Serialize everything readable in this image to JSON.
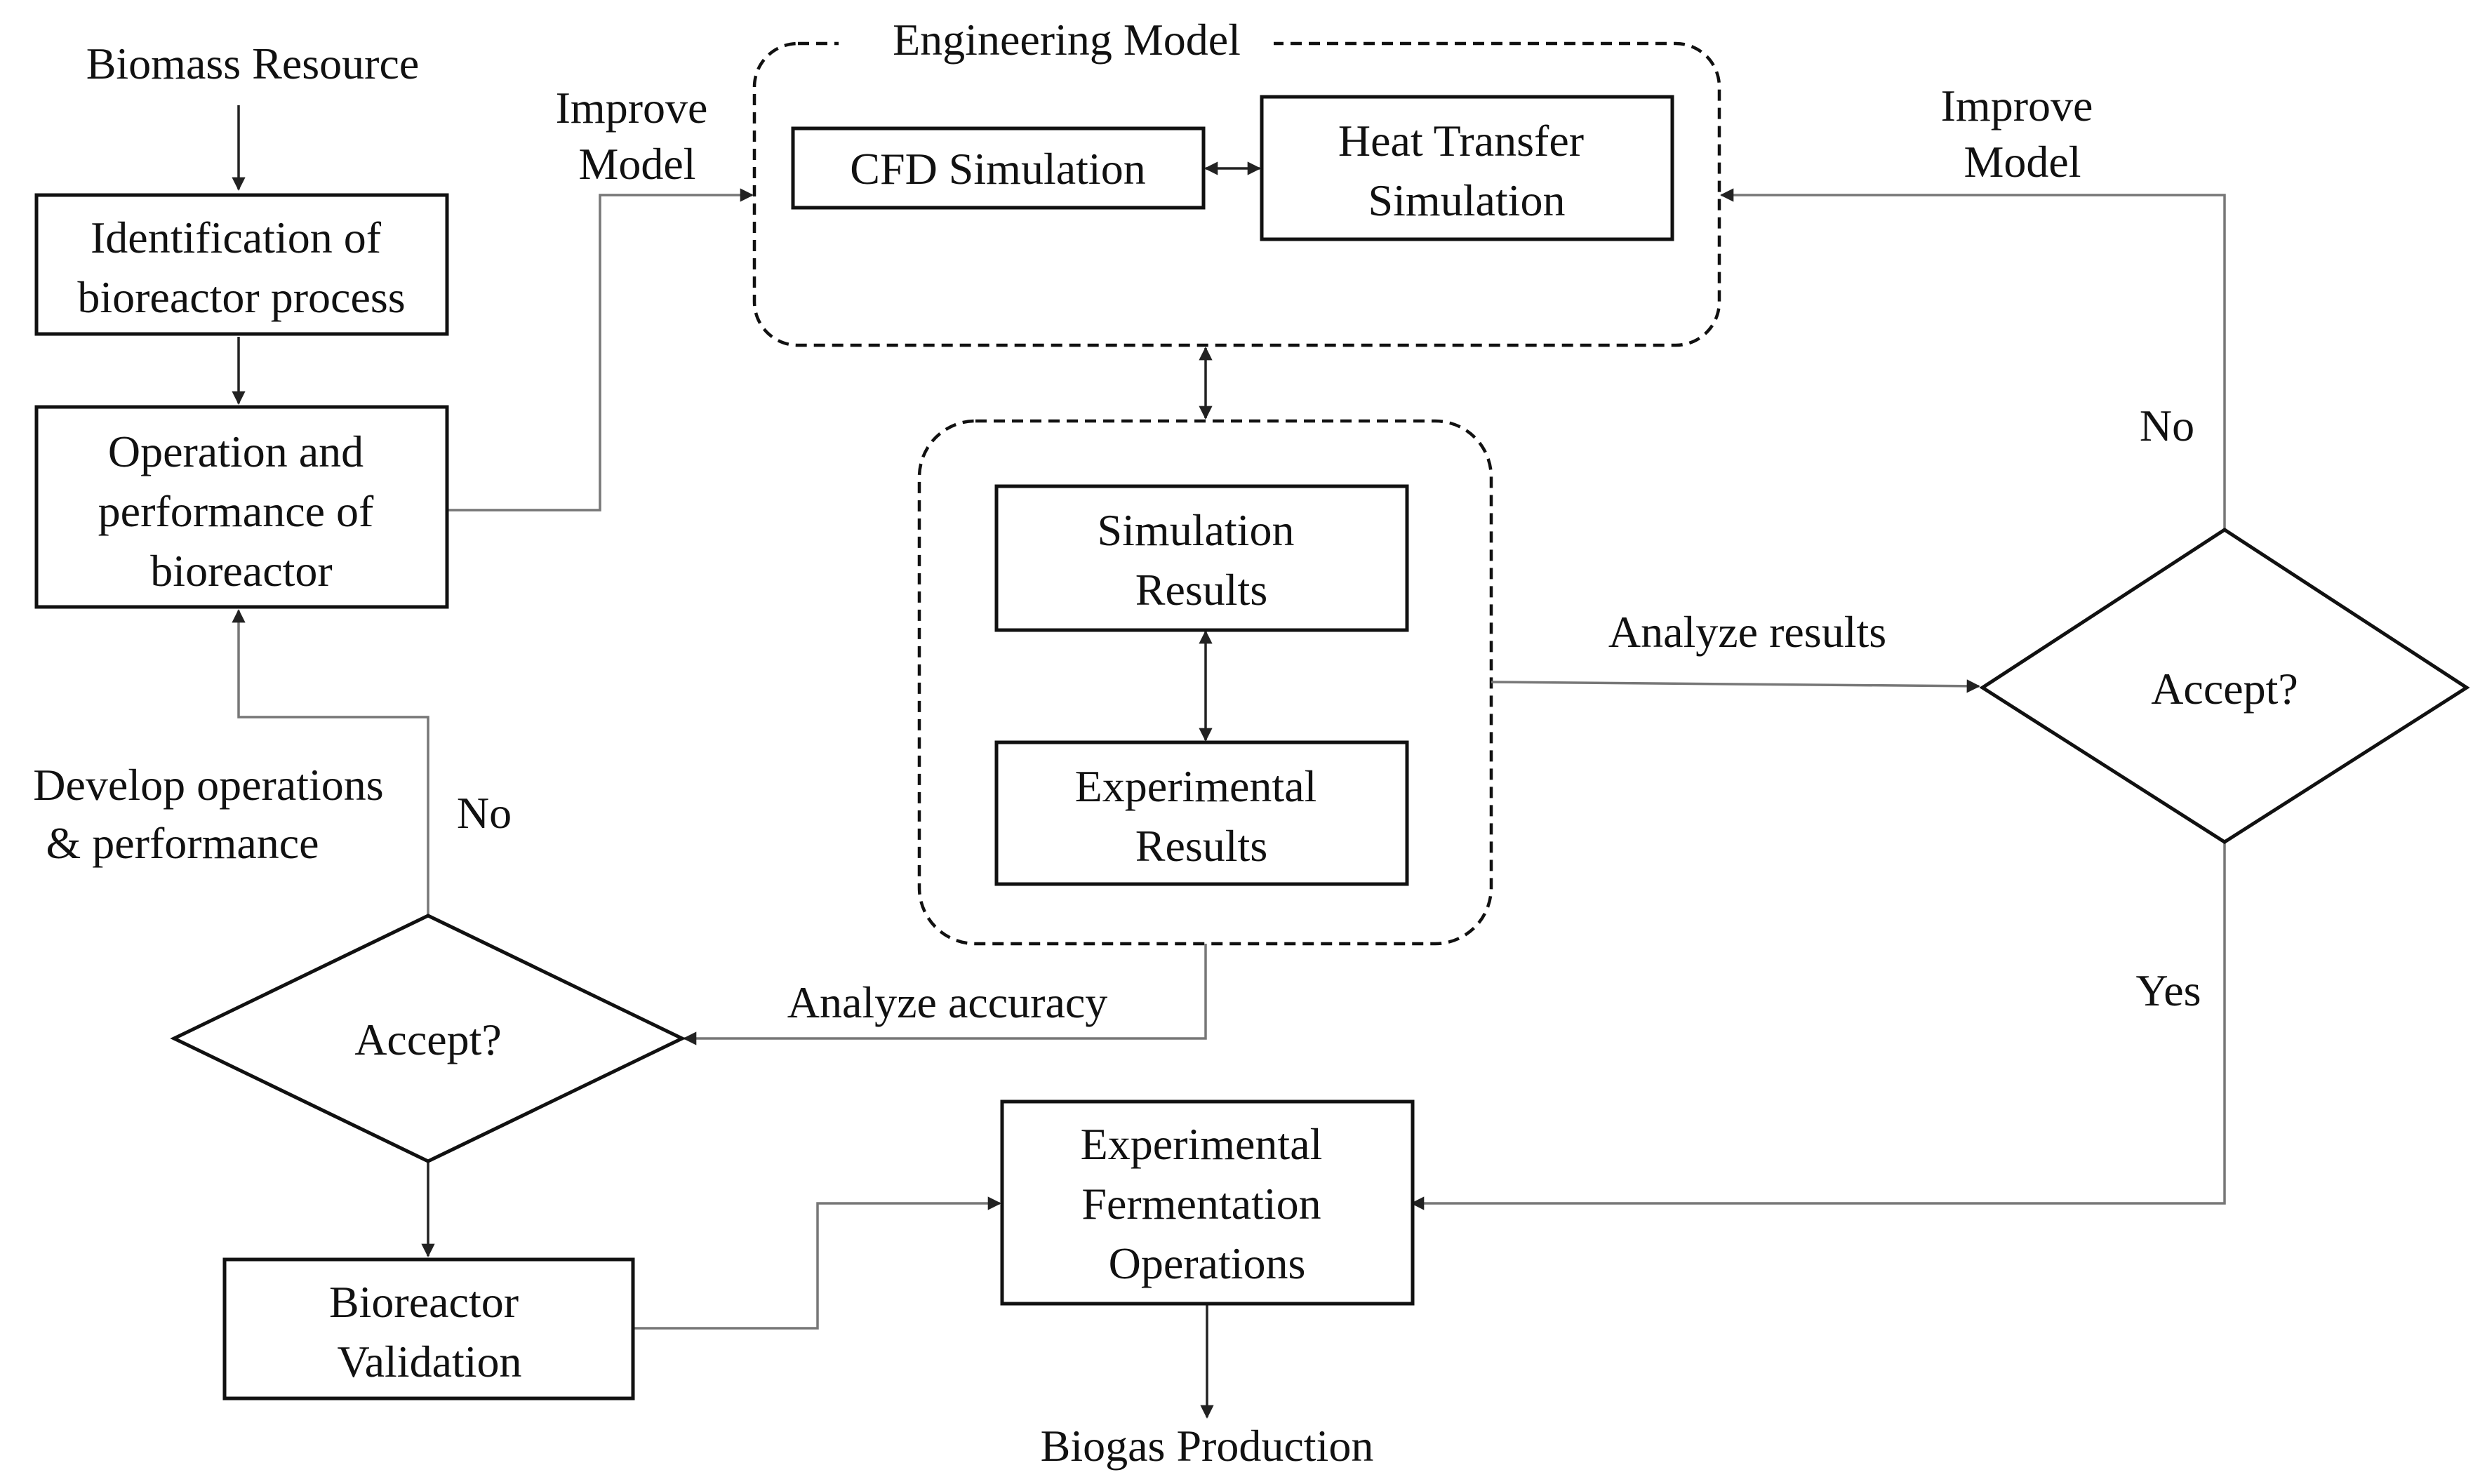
{
  "nodes": {
    "biomass_resource": "Biomass Resource",
    "identification": [
      "Identification of",
      "bioreactor process"
    ],
    "operation_performance": [
      "Operation and",
      "performance of",
      "bioreactor"
    ],
    "engineering_model": "Engineering Model",
    "cfd_simulation": "CFD Simulation",
    "heat_transfer": [
      "Heat Transfer",
      "Simulation"
    ],
    "simulation_results": [
      "Simulation",
      "Results"
    ],
    "experimental_results": [
      "Experimental",
      "Results"
    ],
    "accept_left": "Accept?",
    "accept_right": "Accept?",
    "bioreactor_validation": [
      "Bioreactor",
      "Validation"
    ],
    "experimental_fermentation": [
      "Experimental",
      "Fermentation",
      "Operations"
    ],
    "biogas_production": "Biogas Production"
  },
  "edge_labels": {
    "improve_model_left": [
      "Improve",
      "Model"
    ],
    "improve_model_right": [
      "Improve",
      "Model"
    ],
    "develop_operations": [
      "Develop operations",
      "& performance"
    ],
    "no_left": "No",
    "no_right": "No",
    "yes_right": "Yes",
    "analyze_results": "Analyze results",
    "analyze_accuracy": "Analyze accuracy"
  }
}
